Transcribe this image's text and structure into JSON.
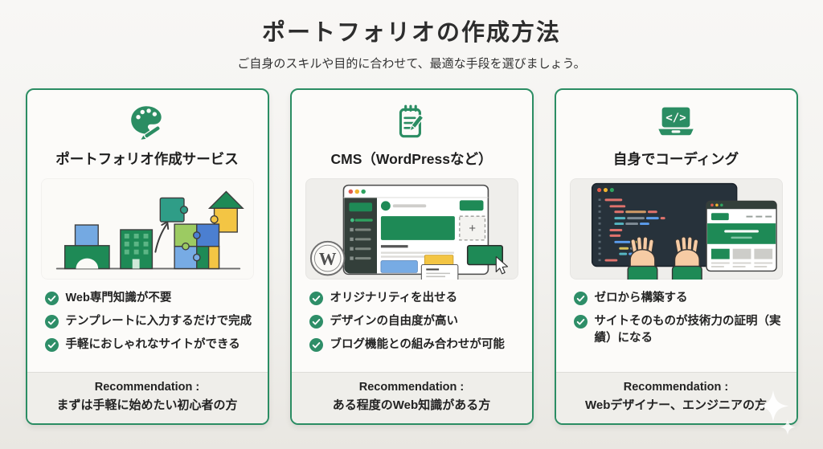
{
  "page": {
    "title": "ポートフォリオの作成方法",
    "subtitle": "ご自身のスキルや目的に合わせて、最適な手段を選びましょう。"
  },
  "icons": {
    "laptop_glyph": "</>"
  },
  "illustrations": {
    "wordpress_w": "W",
    "plus_sign": "+"
  },
  "colors": {
    "accent_green": "#2b8d63",
    "illustration_green": "#1e8a56",
    "card_background": "#fcfbf9",
    "footer_background": "#efeeea",
    "page_background": "#f5f4f1",
    "text": "#2b2b2b",
    "blue": "#77abe4",
    "yellow": "#f3c544",
    "light_green": "#9ccb62"
  },
  "cards": [
    {
      "icon": "palette-icon",
      "title": "ポートフォリオ作成サービス",
      "features": [
        "Web専門知識が不要",
        "テンプレートに入力するだけで完成",
        "手軽におしゃれなサイトができる"
      ],
      "recommendation_label": "Recommendation :",
      "recommendation": "まずは手軽に始めたい初心者の方"
    },
    {
      "icon": "notepad-pencil-icon",
      "title": "CMS（WordPressなど）",
      "features": [
        "オリジナリティを出せる",
        "デザインの自由度が高い",
        "ブログ機能との組み合わせが可能"
      ],
      "recommendation_label": "Recommendation :",
      "recommendation": "ある程度のWeb知識がある方"
    },
    {
      "icon": "laptop-code-icon",
      "title": "自身でコーディング",
      "features": [
        "ゼロから構築する",
        "サイトそのものが技術力の証明（実績）になる"
      ],
      "recommendation_label": "Recommendation :",
      "recommendation": "Webデザイナー、エンジニアの方"
    }
  ]
}
